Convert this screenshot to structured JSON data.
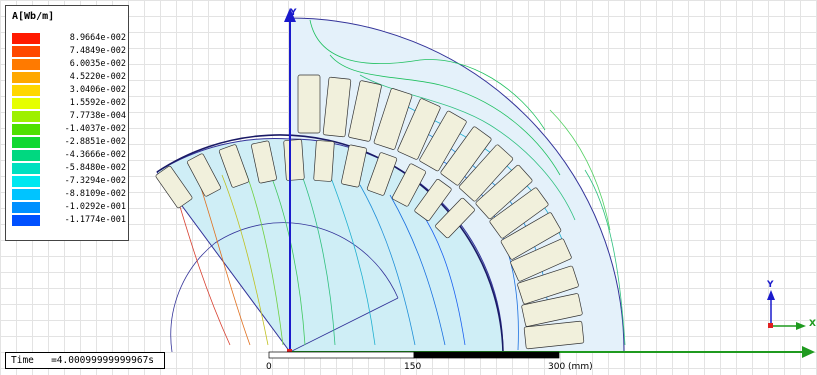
{
  "legend": {
    "title": "A[Wb/m]",
    "entries": [
      {
        "value": "8.9664e-002",
        "color": "#ff1a00"
      },
      {
        "value": "7.4849e-002",
        "color": "#ff4800"
      },
      {
        "value": "6.0035e-002",
        "color": "#ff7a00"
      },
      {
        "value": "4.5220e-002",
        "color": "#ffa800"
      },
      {
        "value": "3.0406e-002",
        "color": "#ffd700"
      },
      {
        "value": "1.5592e-002",
        "color": "#e6ff00"
      },
      {
        "value": "7.7738e-004",
        "color": "#9ef000"
      },
      {
        "value": "-1.4037e-002",
        "color": "#4fe000"
      },
      {
        "value": "-2.8851e-002",
        "color": "#10d830"
      },
      {
        "value": "-4.3666e-002",
        "color": "#00d880"
      },
      {
        "value": "-5.8480e-002",
        "color": "#00e0c0"
      },
      {
        "value": "-7.3294e-002",
        "color": "#00e8f0"
      },
      {
        "value": "-8.8109e-002",
        "color": "#00c4ff"
      },
      {
        "value": "-1.0292e-001",
        "color": "#0090ff"
      },
      {
        "value": "-1.1774e-001",
        "color": "#0050ff"
      }
    ]
  },
  "time": {
    "label": "Time",
    "value": "=4.00099999999967s"
  },
  "scale": {
    "labels": [
      "0",
      "150",
      "300 (mm)"
    ]
  },
  "axes": {
    "y_label": "Y",
    "x_label": "X"
  },
  "colors": {
    "model_fill": "#cfeef6",
    "stator_fill": "#e4f1fa",
    "outline": "#333399",
    "y_axis": "#1a1acc",
    "x_axis": "#1f9a1f",
    "conductor": "#f1f0dc"
  }
}
